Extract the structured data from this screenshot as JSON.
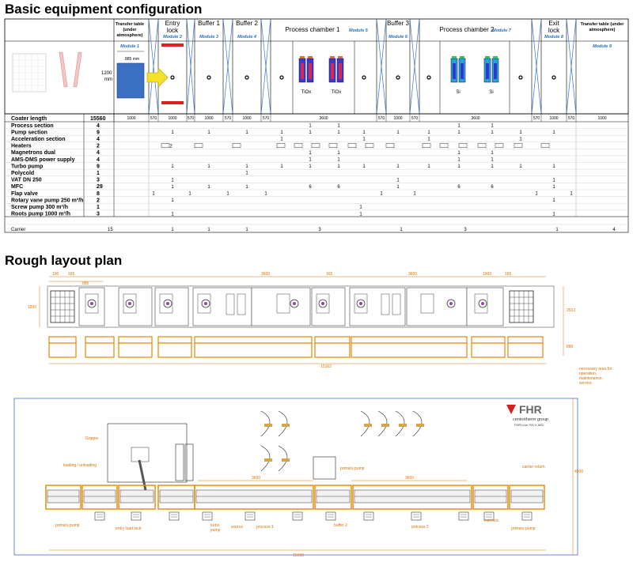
{
  "titles": {
    "config": "Basic equipment configuration",
    "layout": "Rough layout plan"
  },
  "header": {
    "transfer_left": [
      "Transfer table",
      "(under",
      "atmosphere)"
    ],
    "transfer_left_module": "Module 1",
    "transfer_right": [
      "Transfer table (under",
      "atmosphere)"
    ],
    "transfer_right_module": "Module 9",
    "modules": [
      {
        "title1": "Entry",
        "title2": "lock",
        "sub": "Module 2"
      },
      {
        "title1": "Buffer 1",
        "title2": "",
        "sub": "Module 3"
      },
      {
        "title1": "Buffer 2",
        "title2": "",
        "sub": "Module 4"
      },
      {
        "title1": "Process chamber 1",
        "title2": "",
        "sub": "Module 5"
      },
      {
        "title1": "Buffer 3",
        "title2": "",
        "sub": "Module 6"
      },
      {
        "title1": "Process chamber 2",
        "title2": "",
        "sub": "Module 7"
      },
      {
        "title1": "Exit",
        "title2": "lock",
        "sub": "Module 8"
      }
    ],
    "substrate_size_h": "885 mm",
    "substrate_size_v1": "1200",
    "substrate_size_v2": "mm",
    "targets": [
      "TiOx",
      "TiOx",
      "Si",
      "Si"
    ]
  },
  "coater_row": {
    "label": "Coater length",
    "value": "15560",
    "cells": [
      "1000",
      "570",
      "1000",
      "570",
      "1000",
      "570",
      "1000",
      "570",
      "3600",
      "570",
      "1000",
      "570",
      "3600",
      "570",
      "1000",
      "570",
      "1000"
    ]
  },
  "table_rows": [
    {
      "label": "Process section",
      "value": "4"
    },
    {
      "label": "Pump section",
      "value": "9"
    },
    {
      "label": "Acceleration section",
      "value": "4"
    },
    {
      "label": "Heaters",
      "value": "2"
    },
    {
      "label": "Magnetrons dual",
      "value": "4"
    },
    {
      "label": "AMS-DMS power supply",
      "value": "4"
    },
    {
      "label": "Turbo pump",
      "value": "9"
    },
    {
      "label": "Polycold",
      "value": "1"
    },
    {
      "label": "VAT DN 250",
      "value": "3"
    },
    {
      "label": "MFC",
      "value": "29"
    },
    {
      "label": "Flap valve",
      "value": "8"
    },
    {
      "label": "Rotary vane pump 250 m³/h",
      "value": "2"
    },
    {
      "label": "Screw pump 300 m³/h",
      "value": "1"
    },
    {
      "label": "Roots pump 1000 m³/h",
      "value": "3"
    }
  ],
  "carrier_row": {
    "label": "Carrier",
    "value": "15",
    "cells": [
      "1",
      "1",
      "1",
      "3",
      "1",
      "3",
      "1",
      "4"
    ]
  },
  "layout_top": {
    "dims": [
      "100",
      "165",
      "885",
      "3600",
      "165",
      "3600",
      "1000",
      "165"
    ],
    "total": "15162",
    "height1": "1200",
    "height2": "2912",
    "height3": "890"
  },
  "layout_bottom": {
    "brand": "FHR",
    "brand_sub": "centrotherm group",
    "brand_sub2": "FHR.Line.700.V ARC",
    "necessary_area": [
      "necessary area for",
      "operation,",
      "maintenance,",
      "service"
    ],
    "labels": {
      "gripper": "Gripper",
      "loading": "loading / unloading",
      "primary_pump_left": "primary pump",
      "entry_lock": "entry load lock",
      "turbo_pump": [
        "turbo",
        "pump"
      ],
      "source": "source",
      "process1": "process 1",
      "buffer2": "buffer 2",
      "process2": "process 2",
      "exit_lock": "exit lock",
      "primary_pump_right": "primary pump",
      "primary_pump_mid": "primary pump",
      "carrier_return": "carrier return"
    },
    "dims": [
      "3600",
      "3600"
    ],
    "total": "15160",
    "height": "4500"
  }
}
